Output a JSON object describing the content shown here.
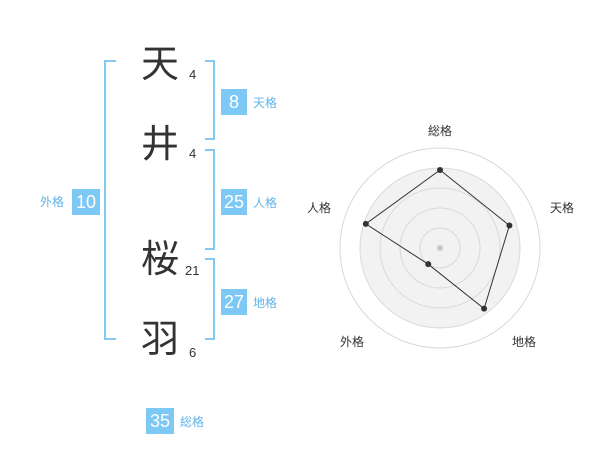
{
  "name": {
    "characters": [
      {
        "char": "天",
        "strokes": "4"
      },
      {
        "char": "井",
        "strokes": "4"
      },
      {
        "char": "桜",
        "strokes": "21"
      },
      {
        "char": "羽",
        "strokes": "6"
      }
    ]
  },
  "fortunes": {
    "tenkaku": {
      "value": "8",
      "label": "天格"
    },
    "jinkaku": {
      "value": "25",
      "label": "人格"
    },
    "chikaku": {
      "value": "27",
      "label": "地格"
    },
    "gaikaku": {
      "value": "10",
      "label": "外格"
    },
    "soukaku": {
      "value": "35",
      "label": "総格"
    }
  },
  "radar": {
    "labels": {
      "top": "総格",
      "right": "天格",
      "bottom_right": "地格",
      "bottom_left": "外格",
      "left": "人格"
    },
    "levels": [
      0.78,
      0.73,
      0.75,
      0.2,
      0.78
    ],
    "colors": {
      "fill": "#f2f2f2",
      "rings": "#d9d9d9",
      "line": "#333333"
    }
  },
  "colors": {
    "accent": "#7dc8f4",
    "bracket": "#86c9f0",
    "label": "#5fb4ea"
  }
}
